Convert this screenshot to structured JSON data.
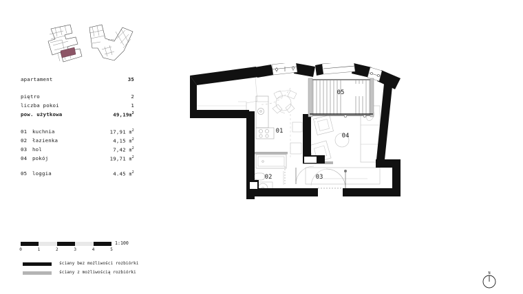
{
  "header": {
    "label": "apartament",
    "number": "35"
  },
  "spec": [
    {
      "label": "piętro",
      "value": "2",
      "unit": "",
      "bold": false
    },
    {
      "label": "liczba pokoi",
      "value": "1",
      "unit": "",
      "bold": false
    },
    {
      "label": "pow. użytkowa",
      "value": "49,19",
      "unit": "m",
      "sup": "2",
      "bold": true
    }
  ],
  "rooms": [
    {
      "index": "01",
      "name": "kuchnia",
      "area": "17,91",
      "unit": "m",
      "sup": "2"
    },
    {
      "index": "02",
      "name": "łazienka",
      "area": "4,15",
      "unit": "m",
      "sup": "2"
    },
    {
      "index": "03",
      "name": "hol",
      "area": "7,42",
      "unit": "m",
      "sup": "2"
    },
    {
      "index": "04",
      "name": "pokój",
      "area": "19,71",
      "unit": "m",
      "sup": "2"
    }
  ],
  "extra_rooms": [
    {
      "index": "05",
      "name": "loggia",
      "area": "4.45",
      "unit": "m",
      "sup": "2"
    }
  ],
  "scale": {
    "label": "1:100",
    "ticks": [
      "0",
      "1",
      "2",
      "3",
      "4",
      "5"
    ]
  },
  "wall_legend": [
    {
      "swatch": "solid",
      "text": "ściany bez możliwości rozbiórki",
      "color": "#111111"
    },
    {
      "swatch": "light",
      "text": "ściany z możliwością rozbiórki",
      "color": "#b4b4b4"
    }
  ],
  "compass": {
    "north_label": "N"
  },
  "keymap": {
    "highlight_color": "#8c5566",
    "outline_color": "#2b2b2b"
  },
  "plan_labels": {
    "r01": "01",
    "r02": "02",
    "r03": "03",
    "r04": "04",
    "r05": "05"
  },
  "colors": {
    "wall_solid": "#111111",
    "wall_demolishable": "#b4b4b4",
    "furniture_line": "#9a9a9a",
    "background": "#ffffff"
  }
}
